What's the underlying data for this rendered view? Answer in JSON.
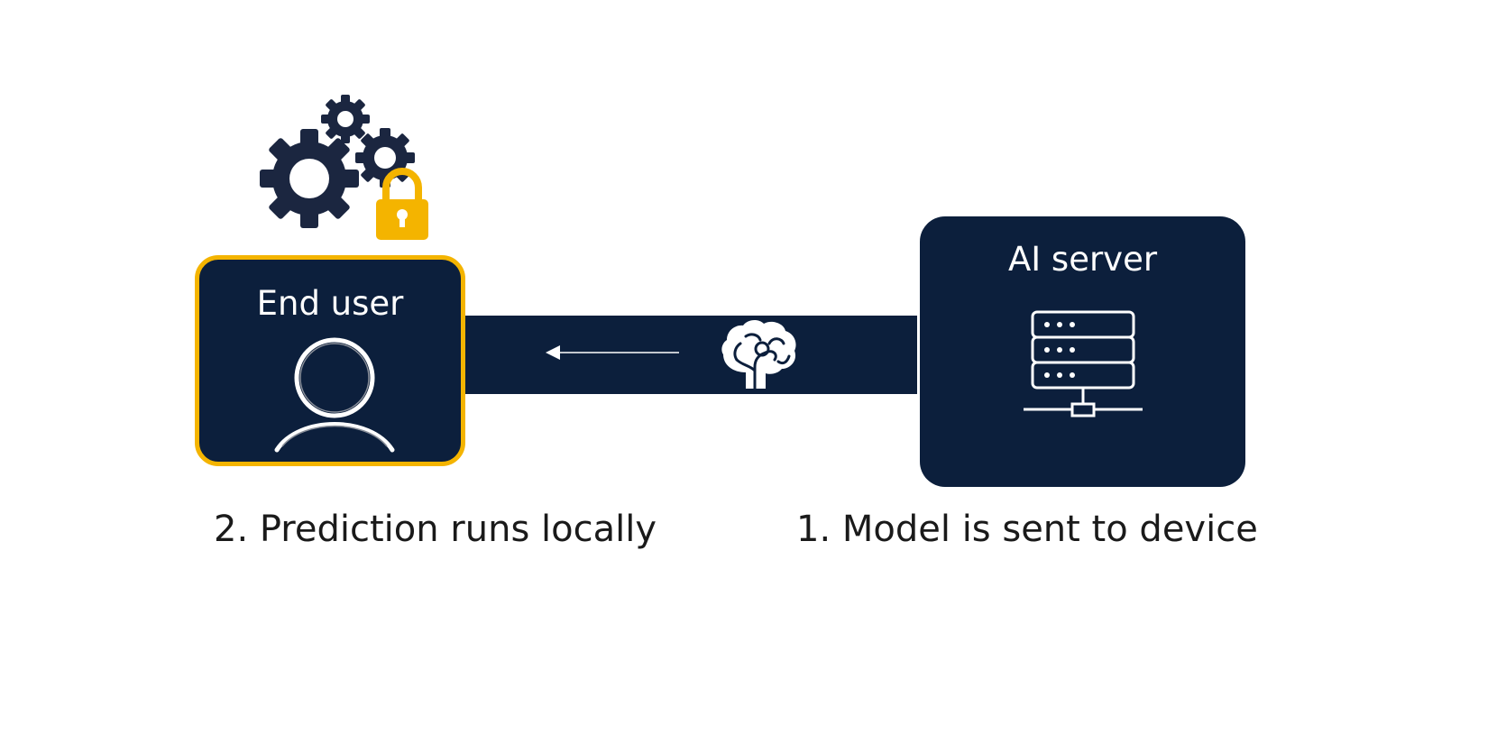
{
  "end_user": {
    "title": "End user"
  },
  "ai_server": {
    "title": "AI server"
  },
  "captions": {
    "step_2": "2. Prediction runs locally",
    "step_1": "1. Model is sent to device"
  },
  "icons": {
    "gears": "gears-icon",
    "lock": "lock-icon",
    "user": "user-icon",
    "server": "server-icon",
    "brain": "brain-icon",
    "arrow": "arrow-left-icon"
  },
  "colors": {
    "box_fill": "#0c1f3c",
    "highlight": "#f4b400",
    "icon_dark": "#1b2640",
    "icon_light": "#ffffff",
    "caption_text": "#1a1a1a"
  }
}
